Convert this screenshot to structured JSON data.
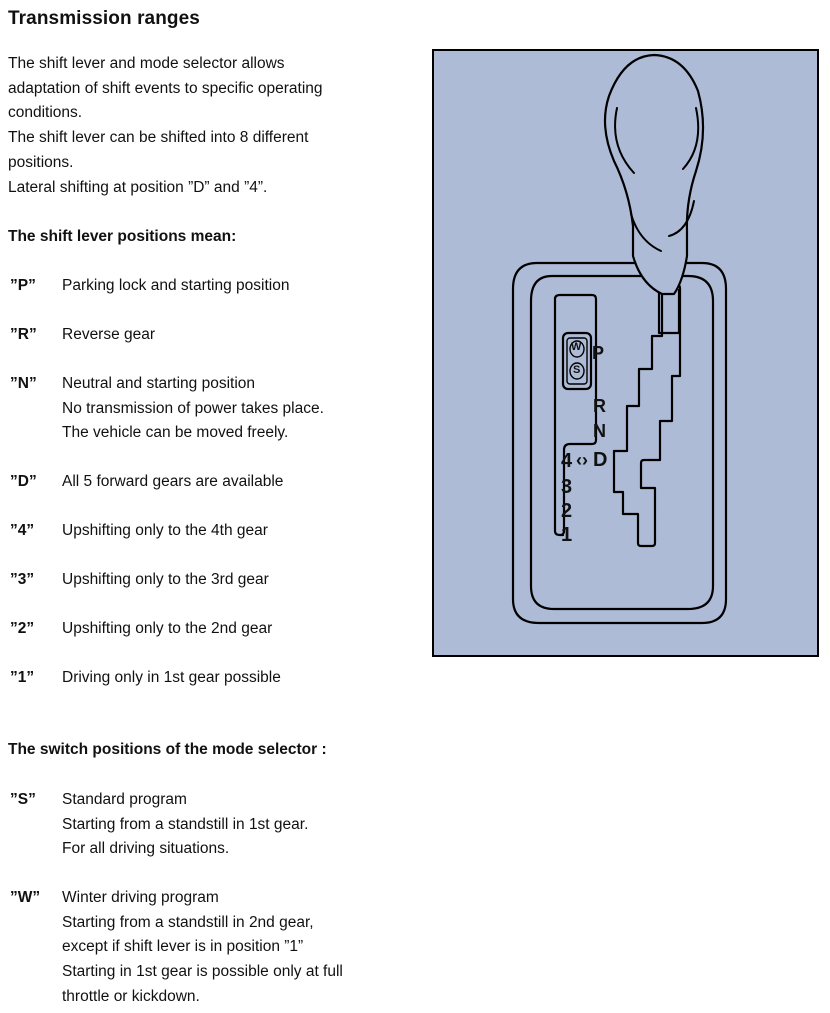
{
  "title": "Transmission ranges",
  "intro": [
    "The shift lever and mode selector allows",
    "adaptation of shift events to specific operating",
    "conditions.",
    "The shift lever can be shifted into 8 different",
    "positions.",
    "Lateral shifting at position ”D” and ”4”."
  ],
  "lever_section": {
    "heading": "The shift lever positions mean:",
    "items": [
      {
        "key": "”P”",
        "lines": [
          "Parking lock and starting position"
        ]
      },
      {
        "key": "”R”",
        "lines": [
          "Reverse gear"
        ]
      },
      {
        "key": "”N”",
        "lines": [
          "Neutral and starting position",
          "No transmission of power takes place.",
          "The vehicle can be moved freely."
        ]
      },
      {
        "key": "”D”",
        "lines": [
          "All 5 forward gears are available"
        ]
      },
      {
        "key": "”4”",
        "lines": [
          "Upshifting only to the 4th gear"
        ]
      },
      {
        "key": "”3”",
        "lines": [
          "Upshifting only to the 3rd gear"
        ]
      },
      {
        "key": "”2”",
        "lines": [
          "Upshifting only to the 2nd gear"
        ]
      },
      {
        "key": "”1”",
        "lines": [
          "Driving only in 1st gear possible"
        ]
      }
    ]
  },
  "mode_section": {
    "heading": "The switch positions of the mode selector :",
    "items": [
      {
        "key": "”S”",
        "lines": [
          "Standard program",
          "Starting from a standstill in 1st gear.",
          "For all driving situations."
        ]
      },
      {
        "key": "”W”",
        "lines": [
          "Winter driving program",
          "Starting from a standstill in 2nd gear,",
          "except if shift lever is in position ”1”",
          "Starting in 1st gear is possible only at full",
          "throttle or kickdown."
        ]
      }
    ]
  },
  "illustration": {
    "background": "#aebbd6",
    "gate_labels": [
      "P",
      "R",
      "N",
      "D",
      "4",
      "3",
      "2",
      "1"
    ],
    "lateral_arrow": "‹›",
    "mode_buttons": [
      "W",
      "S"
    ]
  }
}
